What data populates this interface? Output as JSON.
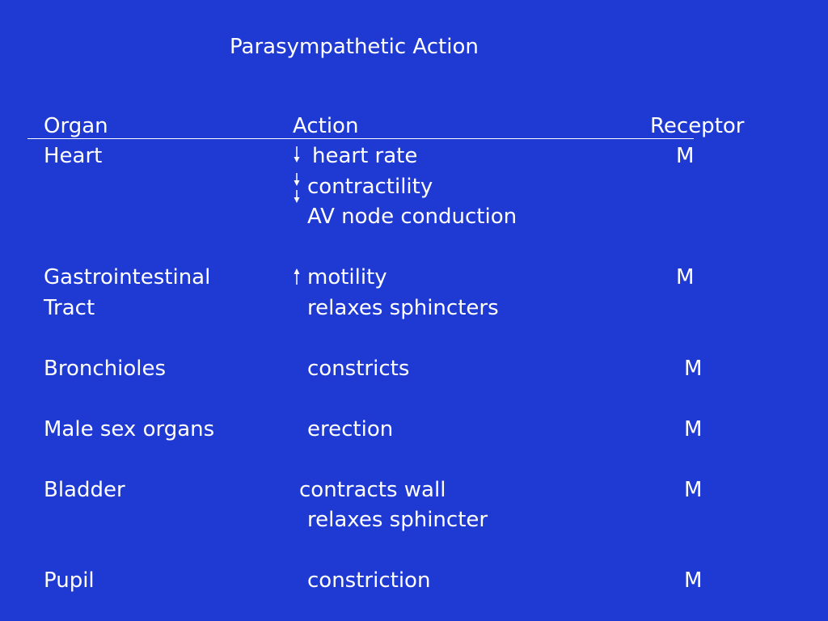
{
  "slide": {
    "title": "Parasympathetic Action",
    "headers": {
      "organ": "Organ",
      "action": "Action",
      "receptor": "Receptor"
    },
    "rows": [
      {
        "organ": "Heart",
        "action": "heart rate",
        "receptor": "M",
        "arrow": "down"
      },
      {
        "organ": "",
        "action": "contractility",
        "receptor": "",
        "arrow": "down"
      },
      {
        "organ": "",
        "action": "AV node conduction",
        "receptor": "",
        "arrow": "down"
      },
      {
        "organ": "Gastrointestinal",
        "action": "motility",
        "receptor": "M",
        "arrow": "up"
      },
      {
        "organ": "Tract",
        "action": "relaxes sphincters",
        "receptor": ""
      },
      {
        "organ": "Bronchioles",
        "action": "constricts",
        "receptor": "M"
      },
      {
        "organ": "Male sex organs",
        "action": "erection",
        "receptor": "M"
      },
      {
        "organ": "Bladder",
        "action": "contracts wall",
        "receptor": "M"
      },
      {
        "organ": "",
        "action": "relaxes sphincter",
        "receptor": ""
      },
      {
        "organ": "Pupil",
        "action": "constriction",
        "receptor": "M"
      }
    ],
    "colors": {
      "background": "#1f3ad3",
      "text": "#ffffff"
    },
    "icons": {
      "down": "arrow-down-icon",
      "up": "arrow-up-icon"
    }
  }
}
